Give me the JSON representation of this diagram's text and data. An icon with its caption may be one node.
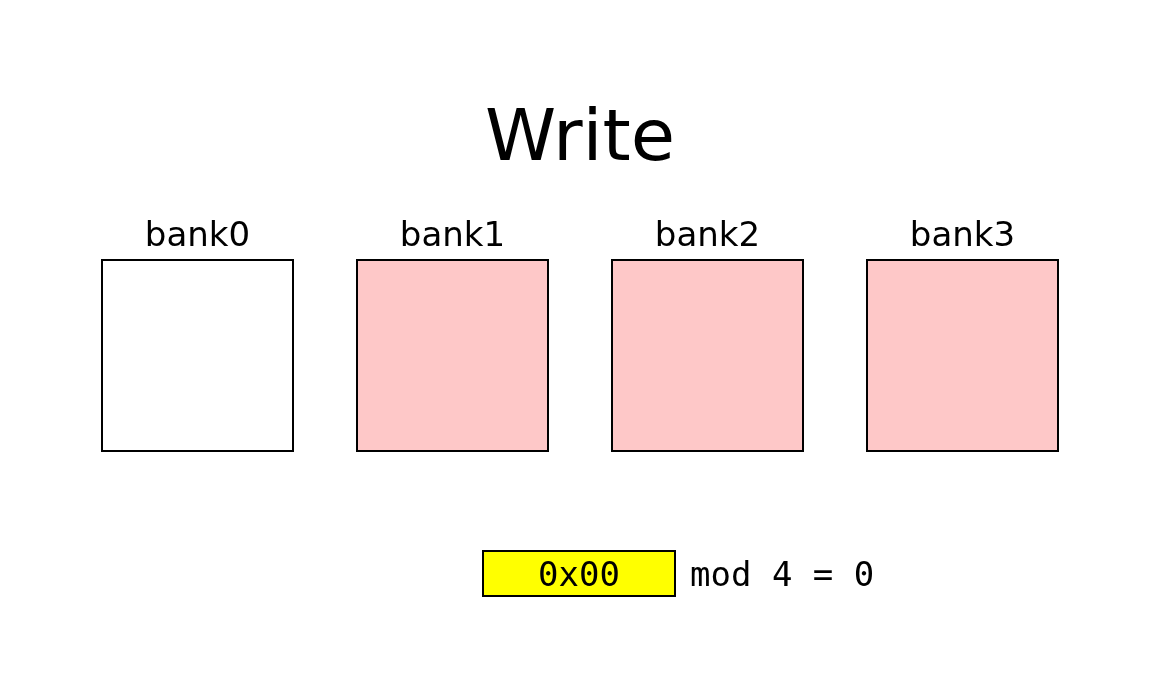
{
  "diagram": {
    "title": "Write",
    "nodes": [
      {
        "text": [
          "bank0"
        ]
      },
      {
        "text": [
          "bank1"
        ]
      },
      {
        "text": [
          "bank2"
        ]
      },
      {
        "text": [
          "bank3"
        ]
      },
      {
        "text": [
          "0x00"
        ],
        "beside": [
          "mod 4 = 0"
        ]
      }
    ]
  }
}
